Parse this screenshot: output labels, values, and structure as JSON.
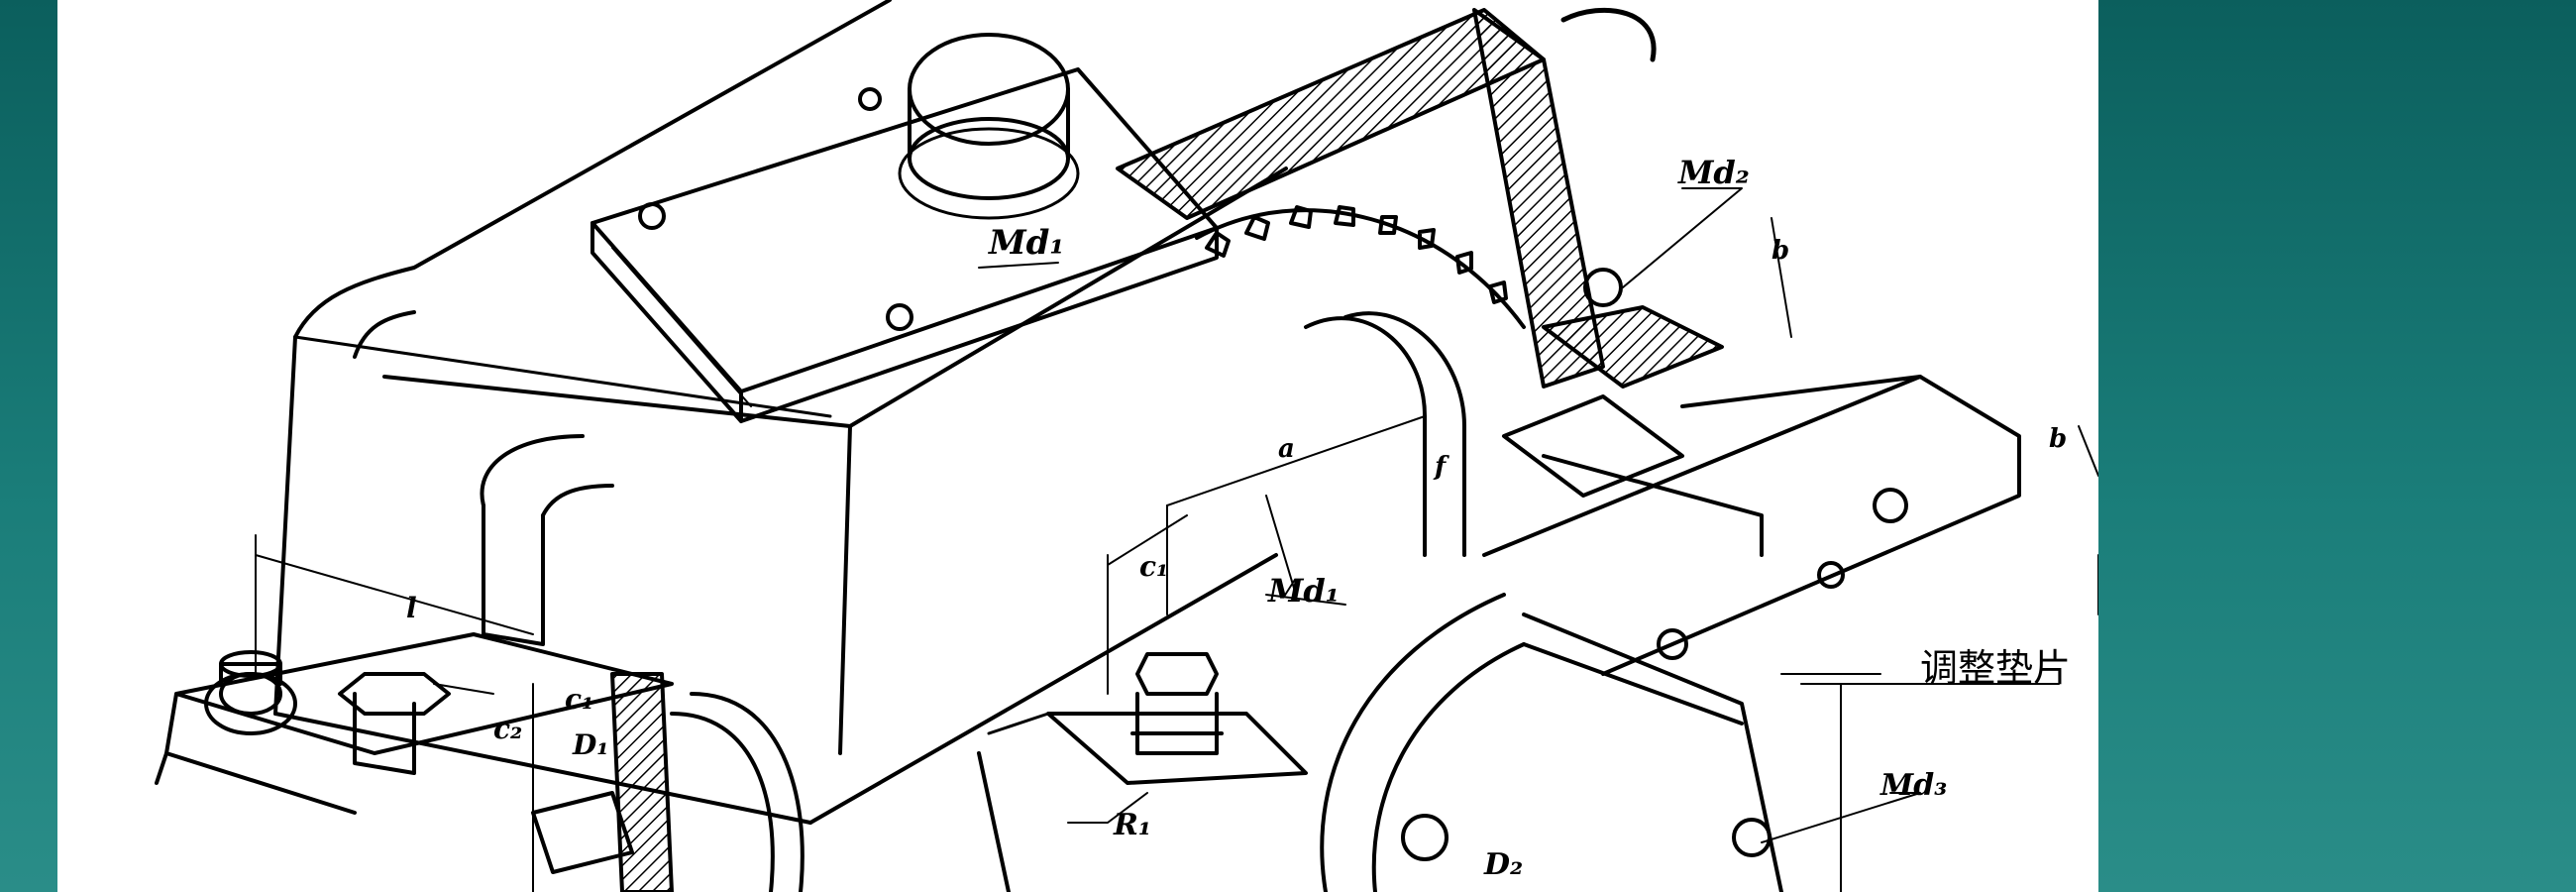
{
  "background": {
    "color": "#0f6b68",
    "panel_color": "#ffffff"
  },
  "figure": {
    "labels": {
      "md1_cover": "Md₁",
      "md2_top": "Md₂",
      "md1_base": "Md₁",
      "md3": "Md₃",
      "adjust_shim": "调整垫片",
      "r1": "R₁",
      "d2": "D₂",
      "d1": "D₁",
      "c1_left": "c₁",
      "c2": "c₂",
      "c1_mid": "c₁",
      "l": "l",
      "a": "a",
      "f": "f",
      "b_top": "b",
      "b_right": "b"
    }
  }
}
